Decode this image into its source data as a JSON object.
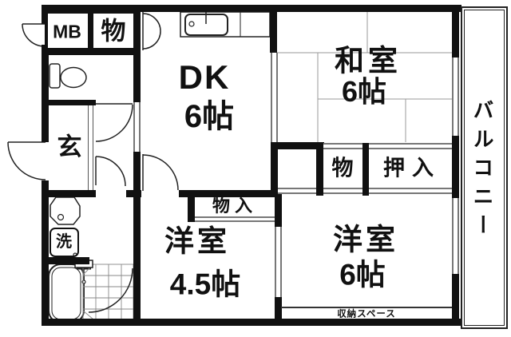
{
  "floorplan": {
    "type": "japanese-apartment-floor-plan",
    "labels": {
      "mb": "MB",
      "storage_top": "物",
      "dk": "DK",
      "dk_size": "6帖",
      "washitsu": "和室",
      "washitsu_size": "6帖",
      "genkan": "玄",
      "storage_mid": "物",
      "oshiire": "押入",
      "monoire": "物入",
      "yoshitsu45": "洋室",
      "yoshitsu45_size": "4.5帖",
      "yoshitsu6": "洋室",
      "yoshitsu6_size": "6帖",
      "laundry": "洗",
      "shuno_space": "収納スペース",
      "balcony": "バルコニー"
    },
    "fixtures": {
      "kitchen_sink": "kitchen-sink-icon",
      "toilet": "toilet-icon",
      "wash_basin": "wash-basin-icon",
      "washing_machine": "washing-machine-box",
      "bathtub": "bathtub-icon",
      "bath_tile_floor": "bath-tile-grid"
    },
    "colors": {
      "wall": "#111111",
      "line": "#222222",
      "sliding_door": "#777777",
      "tatami_line": "#9a9a9a",
      "background": "#ffffff"
    }
  }
}
